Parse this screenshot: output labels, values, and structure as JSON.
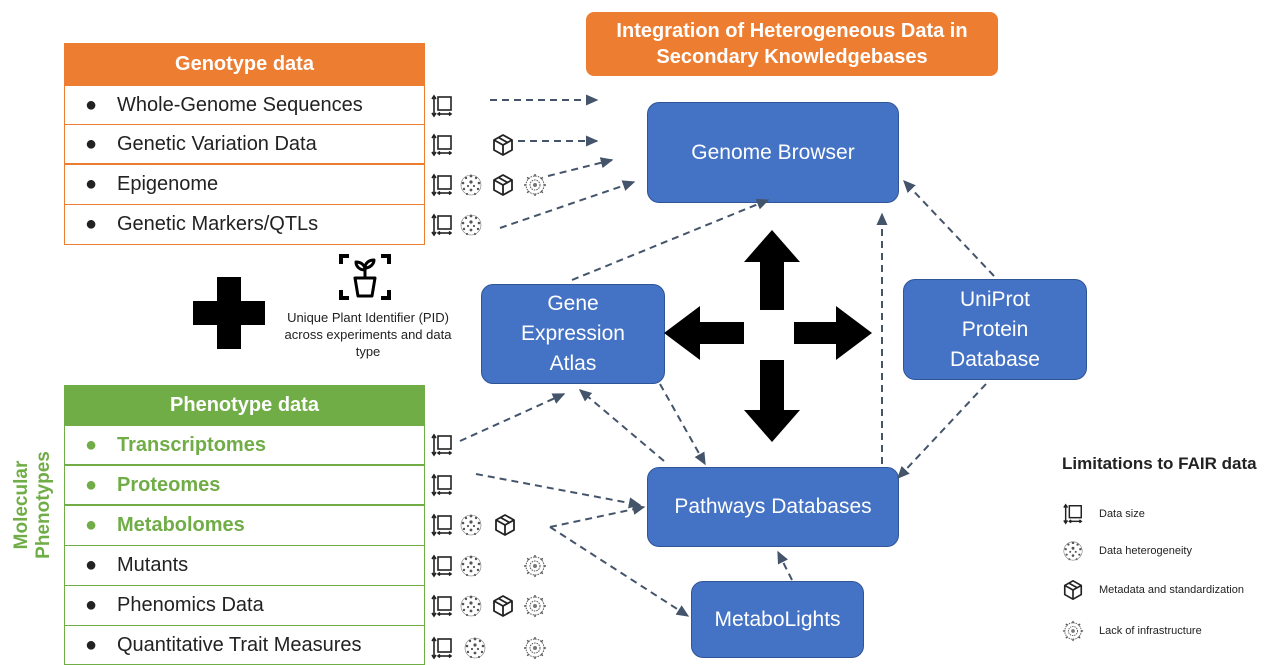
{
  "integration_title": [
    "Integration of Heterogeneous Data in",
    "Secondary Knowledgebases"
  ],
  "genotype": {
    "header": "Genotype data",
    "bullet": "●",
    "rows": [
      "Whole-Genome Sequences",
      "Genetic Variation Data",
      "Epigenome",
      "Genetic Markers/QTLs"
    ]
  },
  "phenotype": {
    "header": "Phenotype data",
    "bullet": "●",
    "rows": [
      "Transcriptomes",
      "Proteomes",
      "Metabolomes",
      "Mutants",
      "Phenomics Data",
      "Quantitative Trait Measures"
    ]
  },
  "molecular_label": [
    "Molecular",
    "Phenotypes"
  ],
  "pid_text": [
    "Unique Plant Identifier (PID)",
    "across experiments and data",
    "type"
  ],
  "boxes": {
    "genome_browser": [
      "Genome Browser"
    ],
    "gene_expression": [
      "Gene",
      "Expression",
      "Atlas"
    ],
    "uniprot": [
      "UniProt",
      "Protein",
      "Database"
    ],
    "pathways": [
      "Pathways Databases"
    ],
    "metabolights": [
      "MetaboLights"
    ]
  },
  "legend": {
    "title": "Limitations to FAIR data",
    "items": [
      {
        "icon": "data-size-icon",
        "label": "Data size"
      },
      {
        "icon": "data-heterogeneity-icon",
        "label": "Data heterogeneity"
      },
      {
        "icon": "metadata-cube-icon",
        "label": "Metadata and standardization"
      },
      {
        "icon": "infrastructure-gear-icon",
        "label": "Lack of infrastructure"
      }
    ]
  },
  "colors": {
    "orange": "#ED7D31",
    "green": "#70AD47",
    "blue": "#4472C4",
    "arrow": "#44546A"
  }
}
